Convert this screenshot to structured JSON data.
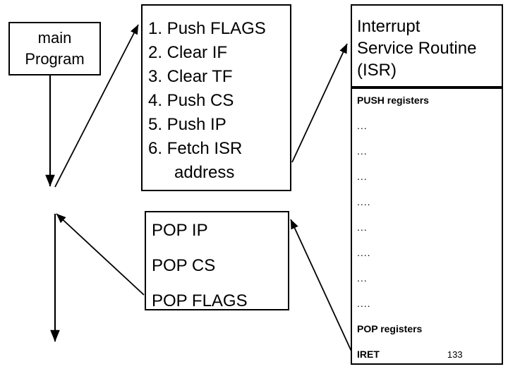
{
  "main_program": {
    "lines": [
      "main",
      "Program"
    ]
  },
  "interrupt_steps": {
    "steps": [
      "1. Push FLAGS",
      "2. Clear IF",
      "3. Clear TF",
      "4. Push CS",
      "5. Push IP",
      "6. Fetch ISR"
    ],
    "continuation": "address"
  },
  "pop_box": {
    "rows": [
      "POP IP",
      "POP CS",
      "POP FLAGS"
    ]
  },
  "isr": {
    "title_lines": [
      "Interrupt",
      "Service Routine",
      "(ISR)"
    ],
    "body": [
      "PUSH registers",
      "...",
      "...",
      "...",
      "....",
      "...",
      "....",
      "...",
      "....",
      "POP registers"
    ],
    "iret_label": "IRET",
    "slide_number": "133"
  },
  "colors": {
    "stroke": "#000000",
    "background": "#ffffff"
  }
}
